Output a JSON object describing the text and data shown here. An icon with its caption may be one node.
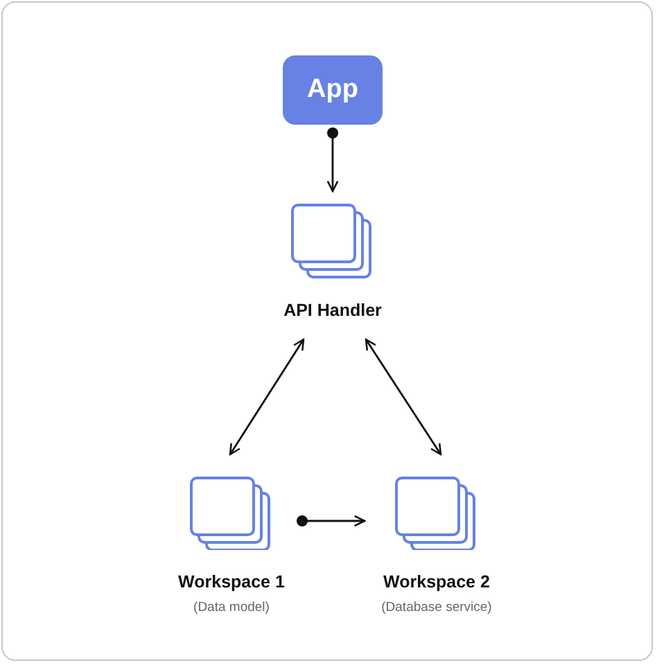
{
  "diagram": {
    "nodes": [
      {
        "text": [
          "App"
        ]
      },
      {
        "text": [
          "API Handler"
        ]
      },
      {
        "text": [
          "Workspace 1",
          "(Data model)"
        ]
      },
      {
        "text": [
          "Workspace 2",
          "(Database service)"
        ]
      }
    ],
    "edges": [
      {
        "from": 0,
        "to": 1,
        "arrow": "to"
      },
      {
        "from": 1,
        "to": 2,
        "arrow": "both"
      },
      {
        "from": 1,
        "to": 3,
        "arrow": "both"
      },
      {
        "from": 2,
        "to": 3,
        "arrow": "to"
      }
    ]
  }
}
